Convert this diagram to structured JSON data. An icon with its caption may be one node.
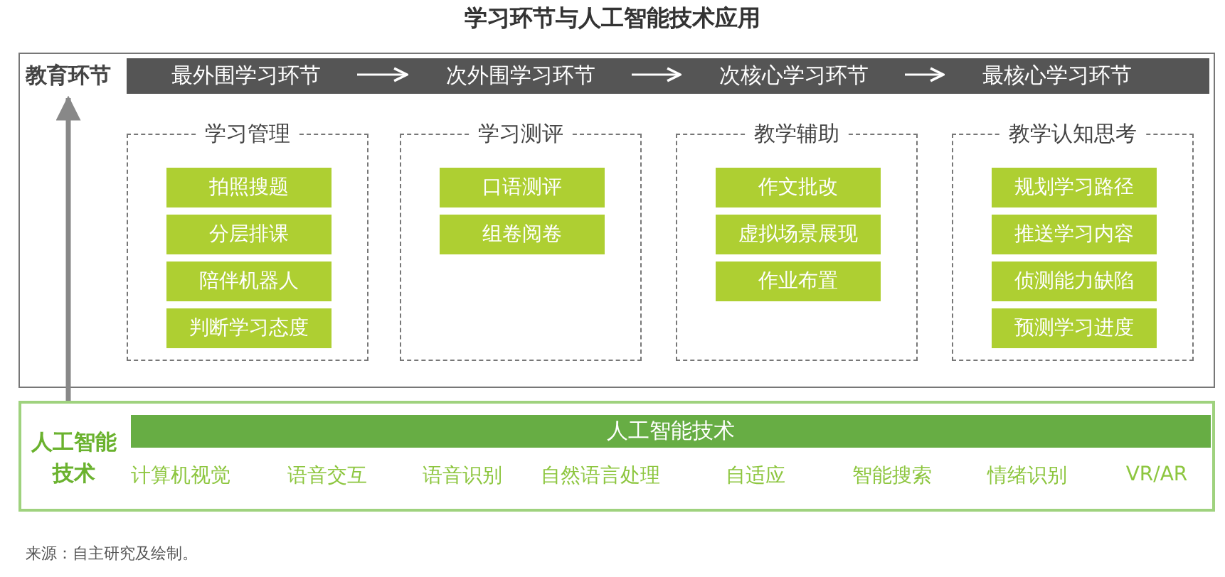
{
  "diagram": {
    "title": "学习环节与人工智能技术应用",
    "caption": "来源：自主研究及绘制。",
    "nodes": [
      {
        "text": [
          "教育环节"
        ]
      },
      {
        "text": [
          "最外围学习环节"
        ],
        "in": 0
      },
      {
        "text": [
          "次外围学习环节"
        ],
        "in": 0
      },
      {
        "text": [
          "次核心学习环节"
        ],
        "in": 0
      },
      {
        "text": [
          "最核心学习环节"
        ],
        "in": 0
      },
      {
        "text": [
          "学习管理"
        ],
        "in": 0
      },
      {
        "text": [
          "拍照搜题"
        ],
        "in": 5
      },
      {
        "text": [
          "分层排课"
        ],
        "in": 5
      },
      {
        "text": [
          "陪伴机器人"
        ],
        "in": 5
      },
      {
        "text": [
          "判断学习态度"
        ],
        "in": 5
      },
      {
        "text": [
          "学习测评"
        ],
        "in": 0
      },
      {
        "text": [
          "口语测评"
        ],
        "in": 10
      },
      {
        "text": [
          "组卷阅卷"
        ],
        "in": 10
      },
      {
        "text": [
          "教学辅助"
        ],
        "in": 0
      },
      {
        "text": [
          "作文批改"
        ],
        "in": 13
      },
      {
        "text": [
          "虚拟场景展现"
        ],
        "in": 13
      },
      {
        "text": [
          "作业布置"
        ],
        "in": 13
      },
      {
        "text": [
          "教学认知思考"
        ],
        "in": 0
      },
      {
        "text": [
          "规划学习路径"
        ],
        "in": 17
      },
      {
        "text": [
          "推送学习内容"
        ],
        "in": 17
      },
      {
        "text": [
          "侦测能力缺陷"
        ],
        "in": 17
      },
      {
        "text": [
          "预测学习进度"
        ],
        "in": 17
      },
      {
        "text": [
          "人工智能技术"
        ]
      },
      {
        "text": [
          "人工智能技术"
        ],
        "in": 22,
        "beside": [
          "计算机视觉",
          "语音交互",
          "语音识别",
          "自然语言处理",
          "自适应",
          "智能搜索",
          "情绪识别",
          "VR/AR"
        ]
      }
    ],
    "edges": [
      {
        "from": 1,
        "to": 2,
        "arrow": "to"
      },
      {
        "from": 2,
        "to": 3,
        "arrow": "to"
      },
      {
        "from": 3,
        "to": 4,
        "arrow": "to"
      },
      {
        "from": 22,
        "to": 0,
        "arrow": "to",
        "style": "thick",
        "color": "#888888"
      }
    ]
  }
}
